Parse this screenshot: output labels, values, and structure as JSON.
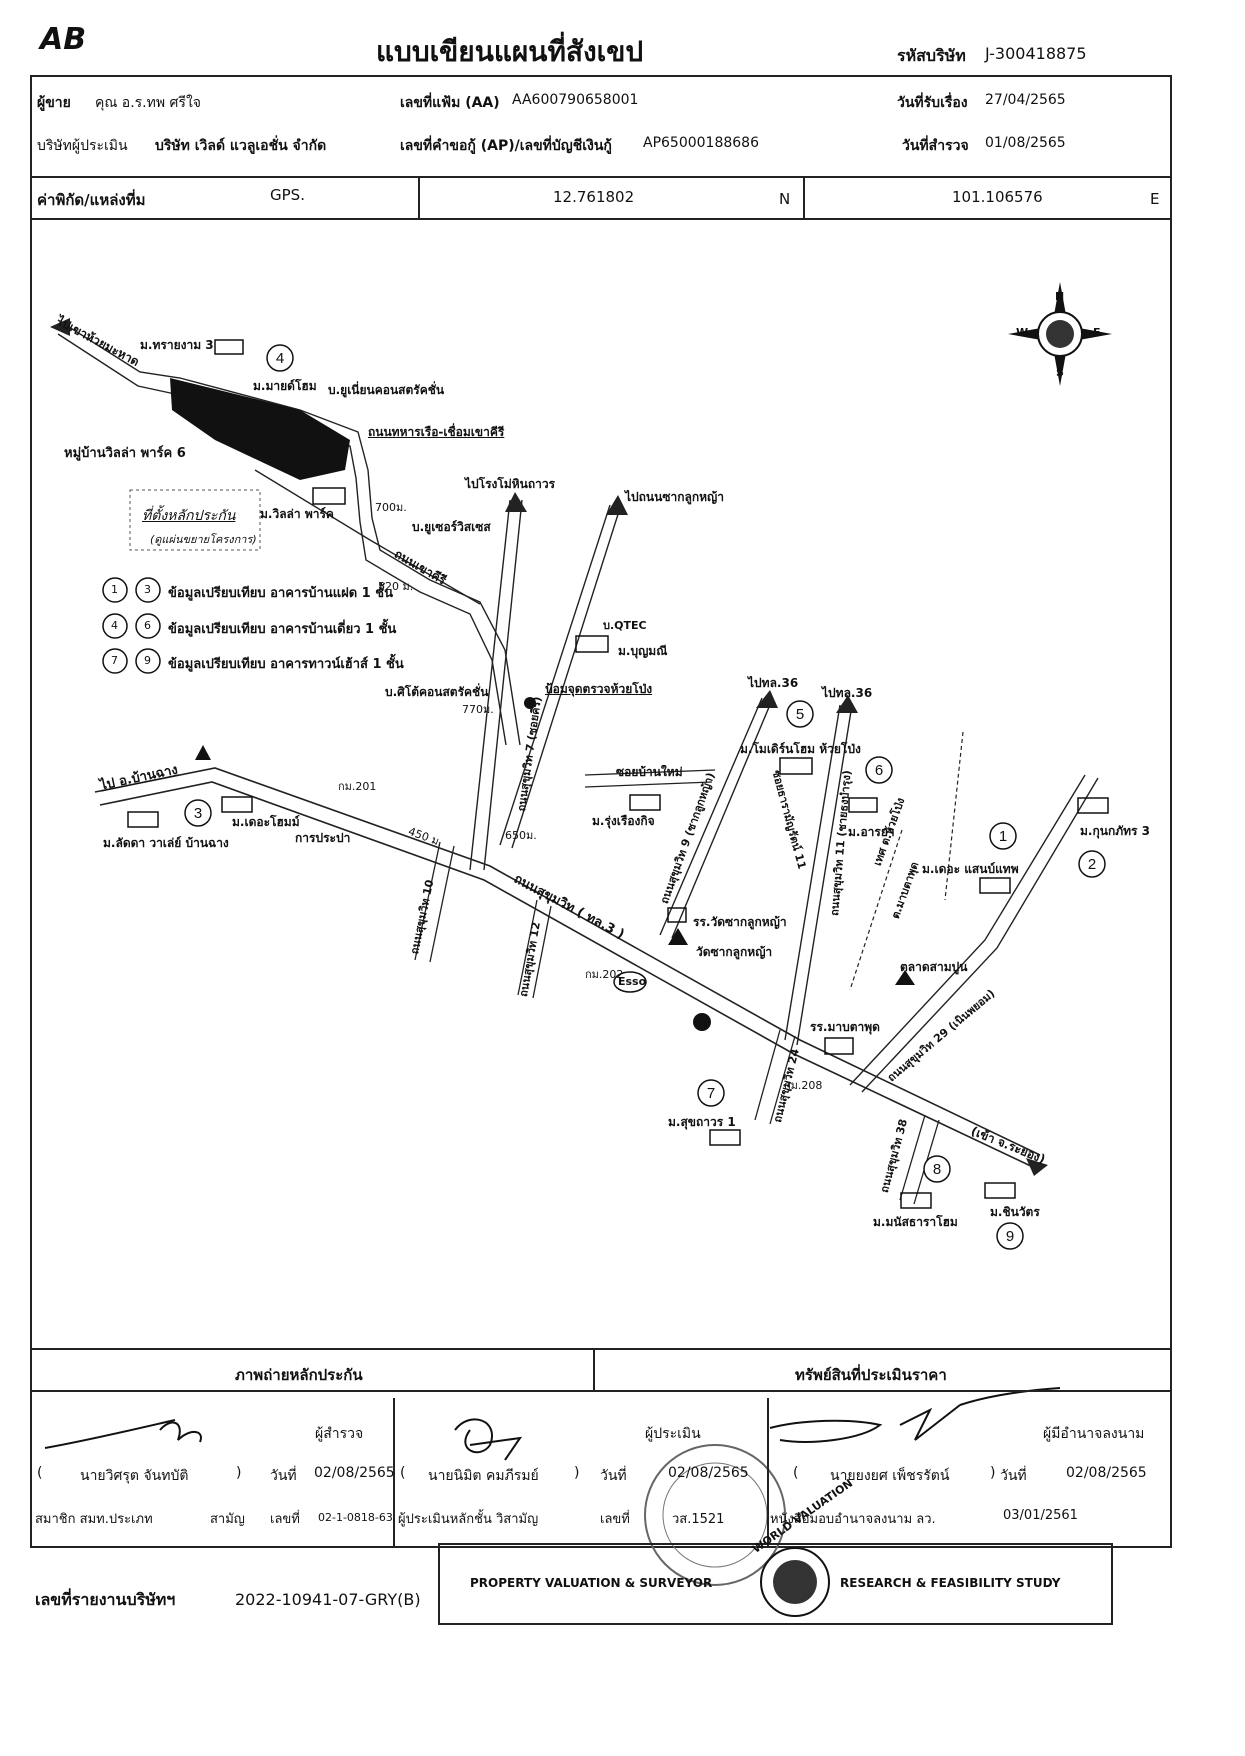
{
  "header": {
    "logo": "AB",
    "title": "แบบเขียนแผนที่สังเขป",
    "company_code_label": "รหัสบริษัท",
    "company_code": "J-300418875"
  },
  "info": {
    "client_label": "ผู้ขาย",
    "client_name": "คุณ อ.ร.ทพ ศรีใจ",
    "file_no_label": "เลขที่แฟ้ม (AA)",
    "file_no": "AA600790658001",
    "received_label": "วันที่รับเรื่อง",
    "received_date": "27/04/2565",
    "valuer_co_label": "บริษัทผู้ประเมิน",
    "valuer_co": "บริษัท เวิลด์ แวลูเอชั่น จำกัด",
    "app_no_label": "เลขที่คำขอกู้ (AP)/เลขที่บัญชีเงินกู้",
    "app_no": "AP65000188686",
    "survey_label": "วันที่สำรวจ",
    "survey_date": "01/08/2565",
    "coord_label": "ค่าพิกัด/แหล่งที่ม",
    "coord_source": "GPS.",
    "lat": "12.761802",
    "lat_dir": "N",
    "lon": "101.106576",
    "lon_dir": "E"
  },
  "map": {
    "compass": {
      "n": "N",
      "s": "S",
      "e": "E",
      "w": "W"
    },
    "legend": [
      {
        "nums": [
          "1",
          "3"
        ],
        "text": "ข้อมูลเปรียบเทียบ อาคารบ้านแฝด 1 ชั้น"
      },
      {
        "nums": [
          "4",
          "6"
        ],
        "text": "ข้อมูลเปรียบเทียบ อาคารบ้านเดี่ยว 1 ชั้น"
      },
      {
        "nums": [
          "7",
          "9"
        ],
        "text": "ข้อมูลเปรียบเทียบ อาคารทาวน์เฮ้าส์ 1 ชั้น"
      }
    ],
    "labels": {
      "to_khao_huai": "ไปเขาห้วยมะหาด",
      "m_sai_ngam": "ม.ทรายงาม 3",
      "m_mai_som": "ม.มายด์โฮม",
      "b_union": "บ.ยูเนี่ยนคอนสตรัคชั่น",
      "navy_road": "ถนนทหารเรือ-เชื่อมเขาคีรี",
      "village": "หมู่บ้านวิลล่า พาร์ค 6",
      "collateral": "ที่ตั้งหลักประกัน",
      "collateral_sub": "(ดูแผ่นขยายโครงการ)",
      "m_villa": "ม.วิลล่า พาร์ค",
      "d700": "700ม.",
      "to_nhin": "ไปโรงโม่หินถาวร",
      "b_user": "บ.ยูเซอร์วิสเซส",
      "to_sak": "ไปถนนซากลูกหญ้า",
      "khao_kiri": "ถนนเขาคีรี",
      "d520": "520 ม.",
      "b_qtec": "บ.QTEC",
      "m_boonmee": "ม.บุญมณี",
      "b_fortek": "บ.ศิโต้คอนสตรัคชั่น",
      "police": "ป้อมจุดตรวจห้วยโป่ง",
      "d770": "770ม.",
      "to_36a": "ไปทล.36",
      "to_36b": "ไปทล.36",
      "m_modern": "ม.โมเดิร์นโฮม ห้วยโป่ง",
      "soi_new": "ซอยบ้านใหม่",
      "m_rung": "ม.รุ่งเรืองกิจ",
      "soi_tha": "ซอยธารามัญรัตน์ 11",
      "m_ara": "ม.อารยา",
      "to_ban_chang": "ไป อ.บ้านฉาง",
      "m_the_home": "ม.เดอะโฮมม์",
      "water": "การประปา",
      "km201": "กม.201",
      "m_ladya": "ม.ลัดดา วาเล่ย์ บ้านฉาง",
      "d450": "450 ม.",
      "d650": "650ม.",
      "sukh7": "ถนนสุขุมวิท 7 (ซอยคีรี)",
      "sukh9": "ถนนสุขุมวิท 9 (ซากลูกหญ้า)",
      "sukh11": "ถนนสุขุมวิท 11 (ชายธงบำรุง)",
      "tes": "เทศ ต.ห้วยโป่ง",
      "m_kunk": "ม.กุนกภัทร 3",
      "m_the_sun": "ม.เดอะ แสนบ์แทพ",
      "sukh10": "ถนนสุขุมวิท 10",
      "sukh_main": "ถนนสุขุมวิท ( ทล.3 )",
      "school_sak": "รร.วัดซากลูกหญ้า",
      "temple_sak": "วัดซากลูกหญ้า",
      "sukh12": "ถนนสุขุมวิท 12",
      "km202": "กม.202",
      "esso": "Esso",
      "market": "ตลาดสามปูน",
      "ban_map": "ต.มาบตาพุด",
      "school_map": "รร.มาบตาพุด",
      "sukh29": "ถนนสุขุมวิท 29 (เนินพยอม)",
      "sukh24": "ถนนสุขุมวิท 24",
      "km208": "กม.208",
      "m_sukh": "ม.สุขถาวร 1",
      "to_rayong": "(เข้า จ.ระยอง)",
      "sukh38": "ถนนสุขุมวิท 38",
      "m_manus": "ม.มนัสธาราโฮม",
      "m_chinda": "ม.ชินวัตร"
    }
  },
  "bottom": {
    "photo_header": "ภาพถ่ายหลักประกัน",
    "asset_header": "ทรัพย์สินที่ประเมินราคา",
    "sig1_role": "ผู้สำรวจ",
    "sig1_name": "นายวิศรุต จันทบัติ",
    "sig1_date_label": "วันที่",
    "sig1_date": "02/08/2565",
    "sig1_member": "สมาชิก สมท.ประเภท",
    "sig1_type": "สามัญ",
    "sig1_no_label": "เลขที่",
    "sig1_no": "02-1-0818-63",
    "sig2_role": "ผู้ประเมิน",
    "sig2_name": "นายนิมิต คมภีรมย์",
    "sig2_date_label": "วันที่",
    "sig2_date": "02/08/2565",
    "sig2_member": "ผู้ประเมินหลักชั้น วิสามัญ",
    "sig2_no_label": "เลขที่",
    "sig2_no": "วส.1521",
    "sig3_role": "ผู้มีอำนาจลงนาม",
    "sig3_name": "นายยงยศ เพ็ชรรัตน์",
    "sig3_date_label": "วันที่",
    "sig3_date": "02/08/2565",
    "sig3_auth": "หนังสือมอบอำนาจลงนาม ลว.",
    "sig3_auth_date": "03/01/2561",
    "report_label": "เลขที่รายงานบริษัทฯ",
    "report_no": "2022-10941-07-GRY(B)",
    "stamp_left": "PROPERTY VALUATION & SURVEYOR",
    "stamp_right": "RESEARCH & FEASIBILITY STUDY",
    "seal_text": "WORLD VALUATION"
  }
}
